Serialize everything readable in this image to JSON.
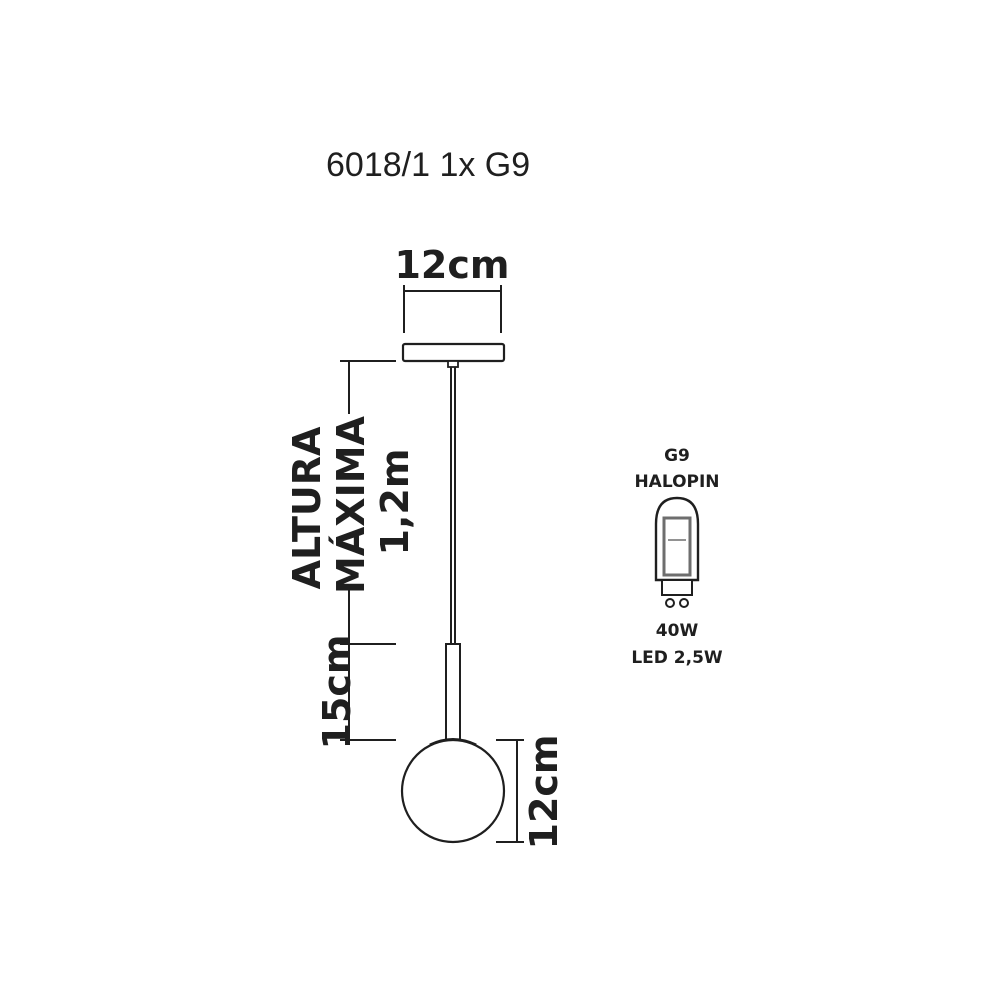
{
  "title": "6018/1 1x G9",
  "dimensions": {
    "canopy_width": "12cm",
    "max_height_line1": "ALTURA",
    "max_height_line2": "MÁXIMA",
    "max_height_value": "1,2m",
    "stem_length": "15cm",
    "globe_diameter": "12cm"
  },
  "bulb": {
    "type": "G9",
    "name": "HALOPIN",
    "power": "40W",
    "led": "LED 2,5W"
  },
  "colors": {
    "line": "#1f1f1f",
    "globe_fill": "#ffffff",
    "bulb_inner": "#6e6e6e"
  },
  "icons": [
    "pendant-lamp-drawing",
    "g9-bulb-icon"
  ]
}
